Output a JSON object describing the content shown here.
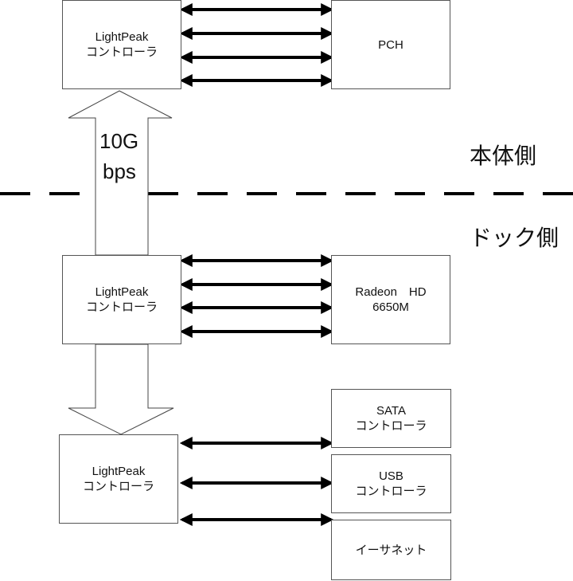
{
  "diagram": {
    "boxes": {
      "lp_top": {
        "line1": "LightPeak",
        "line2": "コントローラ"
      },
      "pch": {
        "line1": "PCH",
        "line2": ""
      },
      "lp_mid": {
        "line1": "LightPeak",
        "line2": "コントローラ"
      },
      "radeon": {
        "line1": "Radeon　HD",
        "line2": "6650M"
      },
      "lp_bot": {
        "line1": "LightPeak",
        "line2": "コントローラ"
      },
      "sata": {
        "line1": "SATA",
        "line2": "コントローラ"
      },
      "usb": {
        "line1": "USB",
        "line2": "コントローラ"
      },
      "ethernet": {
        "line1": "イーサネット",
        "line2": ""
      }
    },
    "bandwidth": {
      "line1": "10G",
      "line2": "bps"
    },
    "regions": {
      "host": "本体側",
      "dock": "ドック側"
    }
  }
}
